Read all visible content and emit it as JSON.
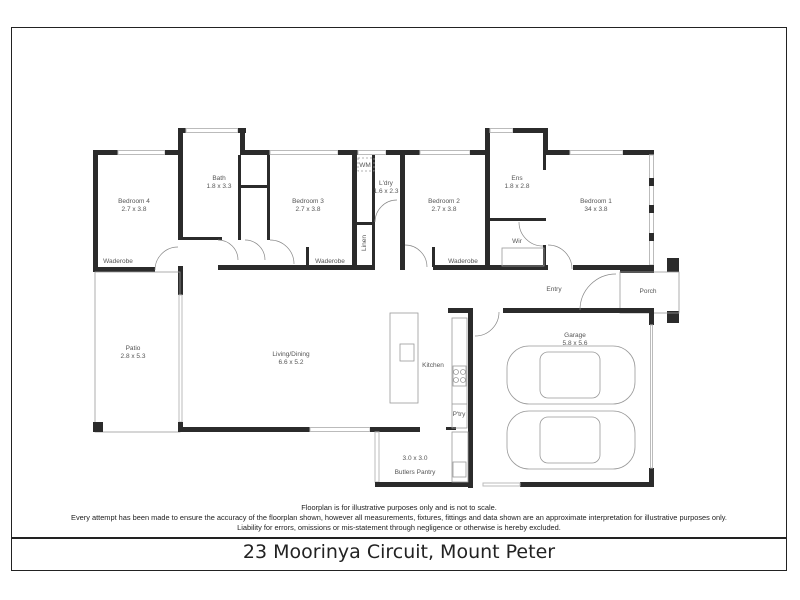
{
  "rooms": {
    "bedroom4": {
      "name": "Bedroom 4",
      "size": "2.7 x 3.8"
    },
    "bath": {
      "name": "Bath",
      "size": "1.8 x 3.3"
    },
    "bedroom3": {
      "name": "Bedroom 3",
      "size": "2.7 x 3.8"
    },
    "laundry": {
      "name": "L'dry",
      "size": "1.6 x 2.3"
    },
    "bedroom2": {
      "name": "Bedroom 2",
      "size": "2.7 x 3.8"
    },
    "ensuite": {
      "name": "Ens",
      "size": "1.8 x 2.8"
    },
    "bedroom1": {
      "name": "Bedroom 1",
      "size": "34 x 3.8"
    },
    "patio": {
      "name": "Patio",
      "size": "2.8 x 5.3"
    },
    "living": {
      "name": "Living/Dining",
      "size": "6.6 x 5.2"
    },
    "garage": {
      "name": "Garage",
      "size": "5.8 x 5.6"
    },
    "butlers": {
      "name": "Butlers Pantry",
      "size": "3.0 x 3.0"
    }
  },
  "labels": {
    "wm": "WM",
    "linen": "Linen",
    "waderobe4": "Waderobe",
    "waderobe3": "Waderobe",
    "waderobe2": "Waderobe",
    "wir": "Wir",
    "entry": "Entry",
    "porch": "Porch",
    "kitchen": "Kitchen",
    "pantry": "P'try"
  },
  "disclaimer": {
    "line1": "Floorplan is for illustrative purposes only and is not to scale.",
    "line2": "Every attempt has been made to ensure the accuracy of the floorplan shown, however all measurements, fixtures, fittings and data shown are an approximate interpretation for illustrative purposes only.",
    "line3": "Liability for errors, omissions or mis-statement through negligence or otherwise is hereby excluded."
  },
  "title": "23 Moorinya Circuit, Mount Peter"
}
